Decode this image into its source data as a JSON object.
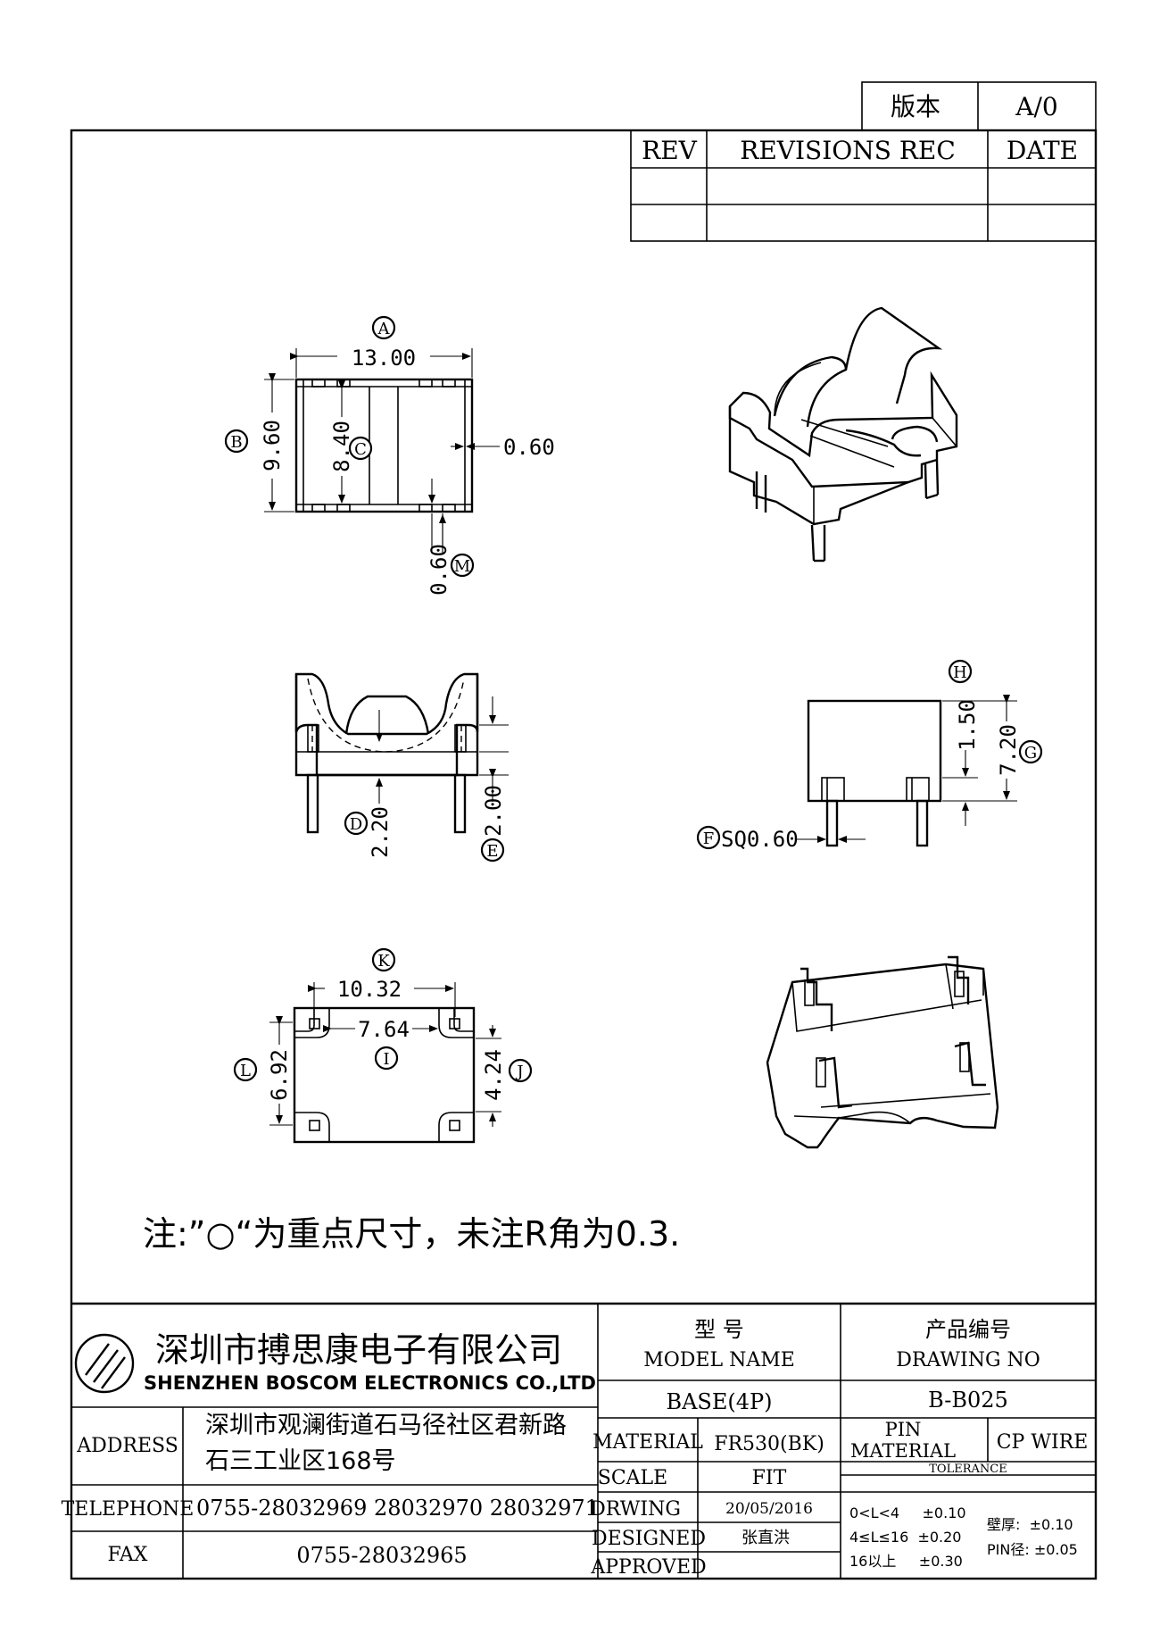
{
  "version_box": {
    "label": "版本",
    "value": "A/0"
  },
  "revisions": {
    "rev_header": "REV",
    "rec_header": "REVISIONS REC",
    "date_header": "DATE"
  },
  "top_view": {
    "A_label": "A",
    "A_value": "13.00",
    "B_label": "B",
    "B_value": "9.60",
    "C_label": "C",
    "C_value": "8.40",
    "wall_value": "0.60",
    "M_label": "M",
    "M_value": "0.60"
  },
  "front_view": {
    "D_label": "D",
    "D_value": "2.20",
    "E_label": "E",
    "E_value": "2.00"
  },
  "side_view": {
    "H_label": "H",
    "H_value": "1.50",
    "G_label": "G",
    "G_value": "7.20",
    "F_label": "F",
    "F_value": "SQ0.60"
  },
  "bottom_view": {
    "K_label": "K",
    "K_value": "10.32",
    "I_label": "I",
    "I_value": "7.64",
    "L_label": "L",
    "L_value": "6.92",
    "J_label": "J",
    "J_value": "4.24"
  },
  "note": "注:”○“为重点尺寸，未注R角为0.3.",
  "title_block": {
    "company_cn": "深圳市搏思康电子有限公司",
    "company_en": "SHENZHEN BOSCOM ELECTRONICS CO.,LTD",
    "address_label": "ADDRESS",
    "address_line1": "深圳市观澜街道石马径社区君新路",
    "address_line2": "石三工业区168号",
    "telephone_label": "TELEPHONE",
    "telephone_value": "0755-28032969 28032970 28032971",
    "fax_label": "FAX",
    "fax_value": "0755-28032965",
    "model_name_cn": "型      号",
    "model_name_en": "MODEL NAME",
    "model_value": "BASE(4P)",
    "drawing_no_cn": "产品编号",
    "drawing_no_en": "DRAWING NO",
    "drawing_no_value": "B-B025",
    "material_label": "MATERIAL",
    "material_value": "FR530(BK)",
    "pin_material_line1": "PIN",
    "pin_material_line2": "MATERIAL",
    "pin_material_value": "CP WIRE",
    "scale_label": "SCALE",
    "scale_value": "FIT",
    "tolerance_label": "TOLERANCE",
    "drwing_label": "DRWING",
    "drwing_value": "20/05/2016",
    "designed_label": "DESIGNED",
    "designed_value": "张直洪",
    "approved_label": "APPROVED",
    "tol_row1": "0<L<4     ±0.10",
    "tol_row2": "4≤L≤16  ±0.20",
    "tol_row3": "16以上     ±0.30",
    "wall_tol": "壁厚:  ±0.10",
    "pin_tol": "PIN径: ±0.05"
  }
}
